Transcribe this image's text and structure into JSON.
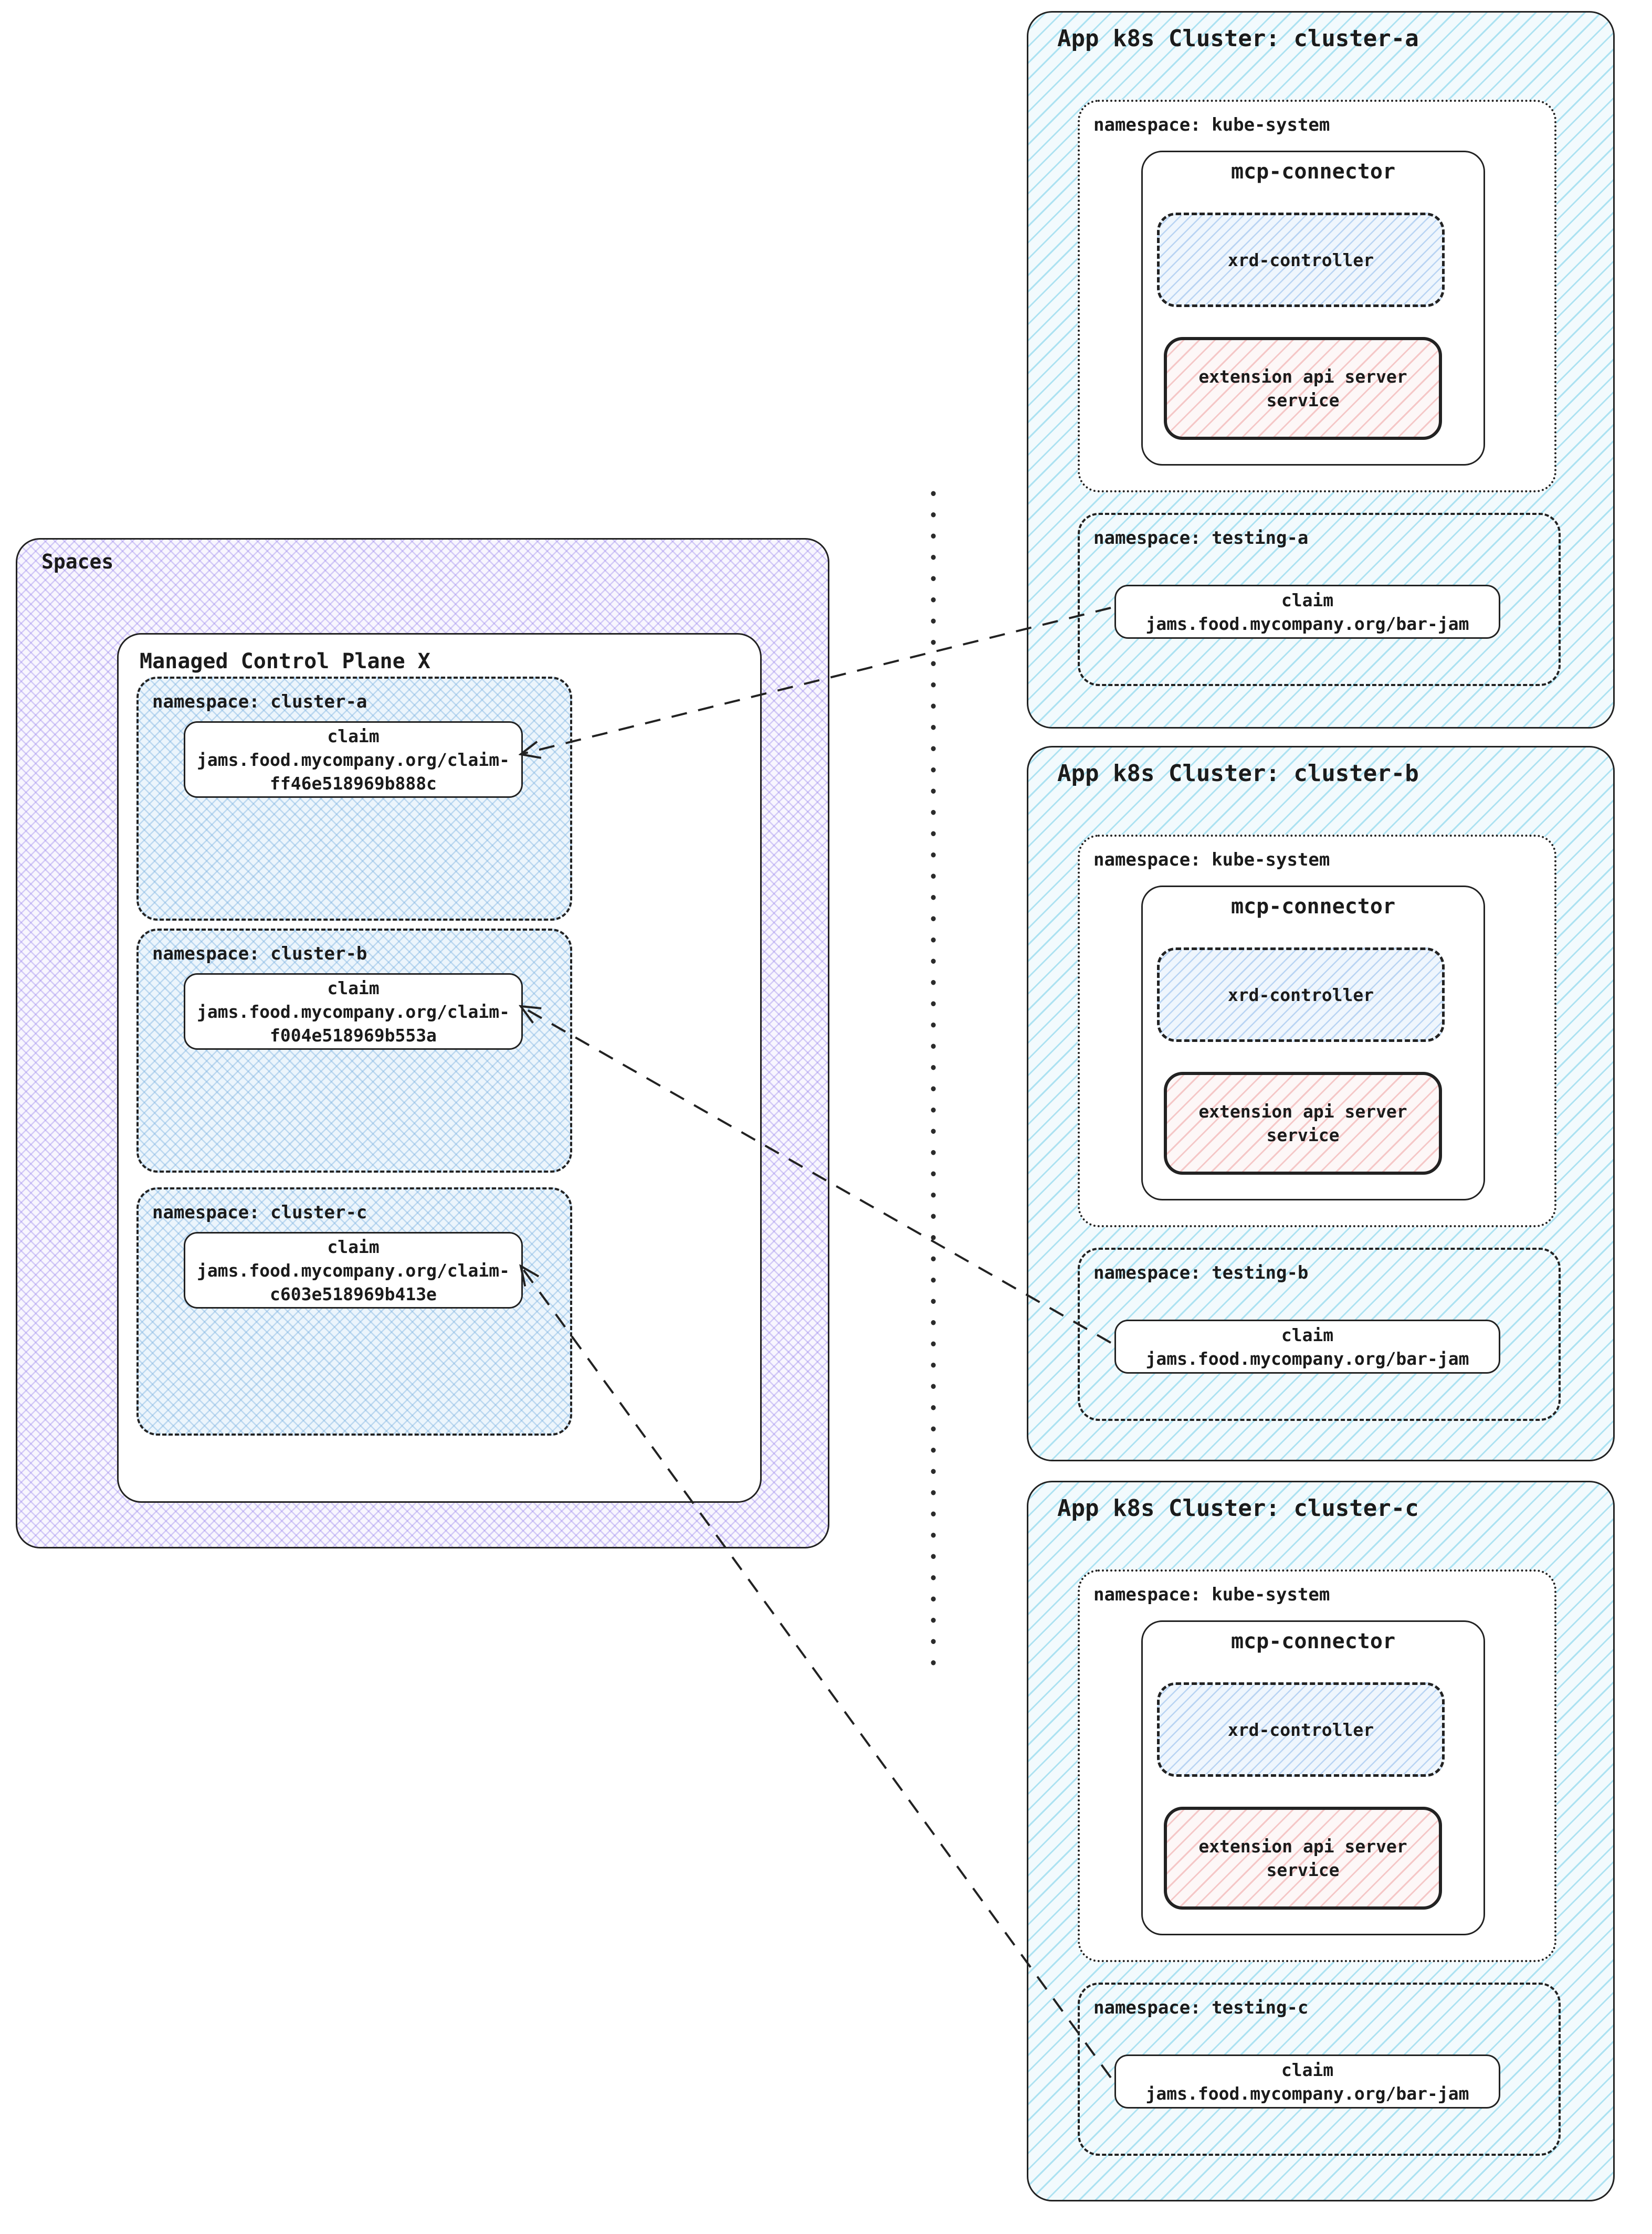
{
  "spaces": {
    "title": "Spaces",
    "managed_control_plane": {
      "title": "Managed Control Plane X",
      "namespaces": [
        {
          "label": "namespace: cluster-a",
          "claim": {
            "kind": "claim",
            "name_line1": "jams.food.mycompany.org/claim-",
            "name_line2": "ff46e518969b888c"
          }
        },
        {
          "label": "namespace: cluster-b",
          "claim": {
            "kind": "claim",
            "name_line1": "jams.food.mycompany.org/claim-",
            "name_line2": "f004e518969b553a"
          }
        },
        {
          "label": "namespace: cluster-c",
          "claim": {
            "kind": "claim",
            "name_line1": "jams.food.mycompany.org/claim-",
            "name_line2": "c603e518969b413e"
          }
        }
      ]
    }
  },
  "clusters": [
    {
      "title": "App k8s Cluster: cluster-a",
      "kube_system": {
        "label": "namespace: kube-system",
        "mcp_connector": {
          "title": "mcp-connector",
          "xrd_controller": "xrd-controller",
          "extension_api_line1": "extension api server",
          "extension_api_line2": "service"
        }
      },
      "testing": {
        "label": "namespace: testing-a",
        "claim": {
          "kind": "claim",
          "name": "jams.food.mycompany.org/bar-jam"
        }
      }
    },
    {
      "title": "App k8s Cluster: cluster-b",
      "kube_system": {
        "label": "namespace: kube-system",
        "mcp_connector": {
          "title": "mcp-connector",
          "xrd_controller": "xrd-controller",
          "extension_api_line1": "extension api server",
          "extension_api_line2": "service"
        }
      },
      "testing": {
        "label": "namespace: testing-b",
        "claim": {
          "kind": "claim",
          "name": "jams.food.mycompany.org/bar-jam"
        }
      }
    },
    {
      "title": "App k8s Cluster: cluster-c",
      "kube_system": {
        "label": "namespace: kube-system",
        "mcp_connector": {
          "title": "mcp-connector",
          "xrd_controller": "xrd-controller",
          "extension_api_line1": "extension api server",
          "extension_api_line2": "service"
        }
      },
      "testing": {
        "label": "namespace: testing-c",
        "claim": {
          "kind": "claim",
          "name": "jams.food.mycompany.org/bar-jam"
        }
      }
    }
  ],
  "colors": {
    "border": "#222222",
    "cluster_hatch": "#67cbe6",
    "namespace_hatch": "#7ab1e0",
    "spaces_hatch": "#9682eb",
    "xrd_hatch": "#78aae6",
    "extension_hatch": "#eb8c8c"
  }
}
